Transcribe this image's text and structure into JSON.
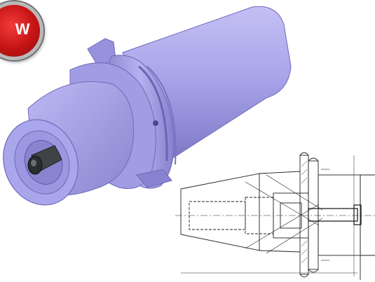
{
  "badge": {
    "text": "NEW",
    "visible_text": "W",
    "color": "#d11b1b"
  },
  "colors": {
    "holder_body": "#a7a3e8",
    "holder_shadow": "#7e79c4",
    "holder_highlight": "#c7c4f5",
    "drawing_line": "#222222"
  },
  "icons": {
    "badge": "new-badge-icon",
    "holder": "tool-holder-render",
    "drawing": "technical-drawing"
  }
}
